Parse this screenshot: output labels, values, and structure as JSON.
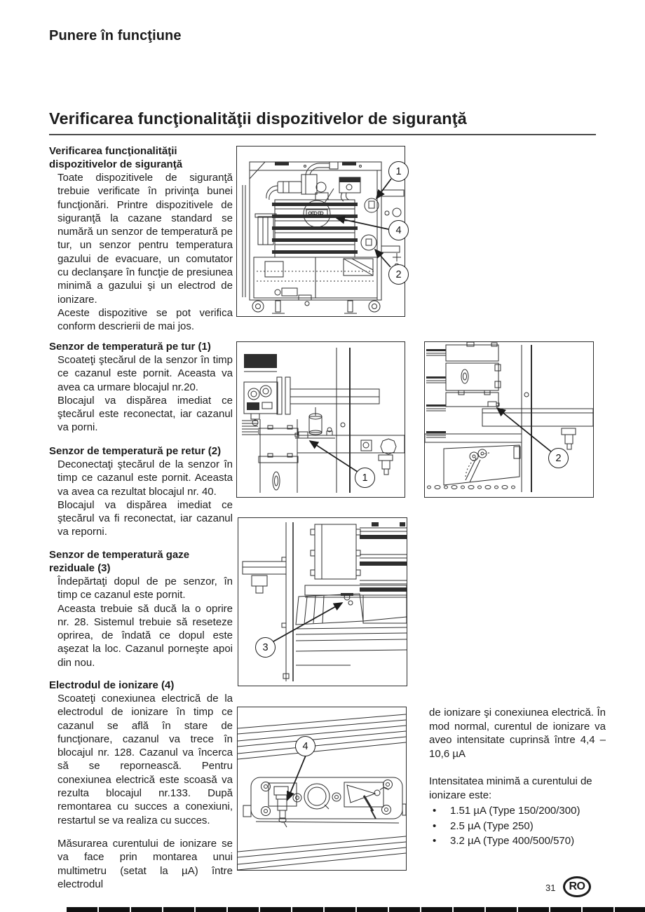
{
  "page": {
    "kicker": "Punere în funcţiune",
    "title": "Verificarea funcţionalităţii dispozitivelor de siguranţă",
    "page_number": "31",
    "lang_badge": "RO"
  },
  "left_column": {
    "sections": [
      {
        "heading": "Verificarea funcţionalităţii dispozitivelor de siguranţă",
        "paragraphs": [
          "Toate dispozitivele de siguranţă trebuie verificate în privinţa bunei funcţionări. Printre dispozitivele de siguranţă la cazane standard se numără un senzor de temperatură pe tur, un senzor pentru temperatura gazului de evacuare, un comutator cu declanşare în funcţie de presiunea minimă a gazului şi un electrod de ionizare.",
          "Aceste dispozitive se pot verifica conform descrierii de mai jos."
        ]
      },
      {
        "heading": "Senzor de temperatură pe tur (1)",
        "paragraphs": [
          "Scoateţi ştecărul de la senzor în timp ce cazanul este pornit. Aceasta va avea ca urmare blocajul nr.20.",
          "Blocajul va dispărea imediat ce ştecărul este reconectat, iar cazanul va porni."
        ]
      },
      {
        "heading": "Senzor de temperatură pe retur (2)",
        "paragraphs": [
          "Deconectaţi ştecărul de la senzor în timp ce cazanul este pornit. Aceasta va avea ca rezultat blocajul nr. 40.",
          "Blocajul va dispărea imediat ce ştecărul va fi reconectat, iar cazanul va reporni."
        ]
      },
      {
        "heading": "Senzor de temperatură gaze reziduale (3)",
        "paragraphs": [
          "Îndepărtaţi dopul de pe senzor, în timp ce cazanul este pornit.",
          "Aceasta trebuie să ducă la o oprire nr. 28. Sistemul trebuie să reseteze oprirea, de îndată ce dopul este aşezat la loc. Cazanul porneşte apoi din nou."
        ]
      },
      {
        "heading": "Electrodul de ionizare (4)",
        "paragraphs": [
          "Scoateţi conexiunea electrică de la electrodul de ionizare în timp ce cazanul se află în stare de funcţionare, cazanul va trece în blocajul nr. 128. Cazanul va încerca să se repornească. Pentru conexiunea electrică este scoasă va rezulta blocajul nr.133. După remontarea cu succes a conexiuni, restartul se va realiza cu succes.",
          "Măsurarea curentului de ionizare se va face prin montarea unui multimetru (setat la µA) între electrodul"
        ]
      }
    ]
  },
  "right_column": {
    "paragraphs": [
      "de ionizare şi conexiunea electrică. În mod normal, curentul de ionizare va aveo intensitate cuprinsă între 4,4 – 10,6 µA",
      "Intensitatea minimă a curentului de ionizare este:"
    ],
    "bullet_char": "•",
    "bullets": [
      "1.51 µA  (Type 150/200/300)",
      "2.5 µA  (Type 250)",
      "3.2 µA  (Type 400/500/570)"
    ]
  },
  "figures": {
    "overview": {
      "callouts": [
        "1",
        "4",
        "2"
      ]
    },
    "flow_sensor": {
      "callout": "1"
    },
    "return_sensor": {
      "callout": "2"
    },
    "flue_gas_sensor": {
      "callout": "3"
    },
    "ionization_electrode": {
      "callout": "4"
    }
  }
}
